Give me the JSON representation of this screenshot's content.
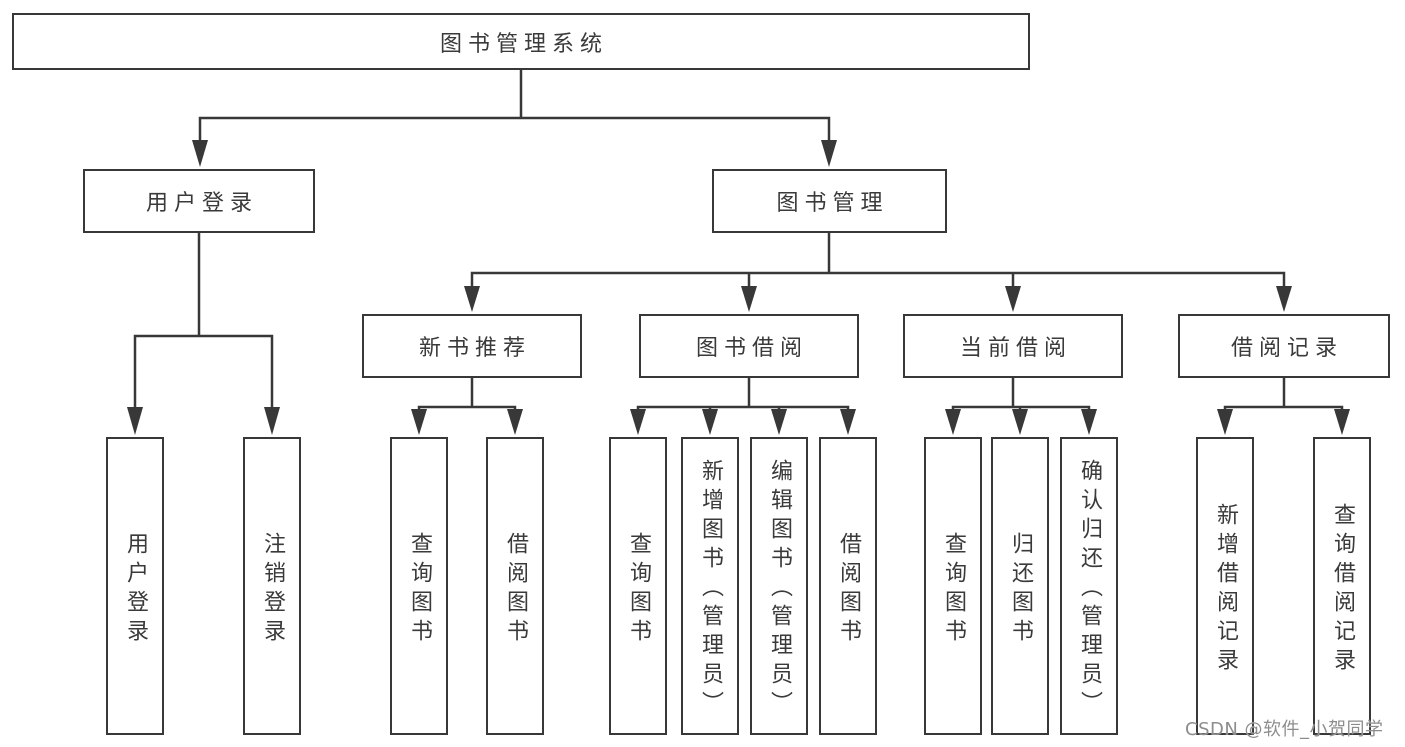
{
  "diagram_title": "图书管理系统",
  "tree": {
    "label": "图书管理系统",
    "children": [
      {
        "label": "用户登录",
        "children": [
          {
            "label": "用户登录"
          },
          {
            "label": "注销登录"
          }
        ]
      },
      {
        "label": "图书管理",
        "children": [
          {
            "label": "新书推荐",
            "children": [
              {
                "label": "查询图书"
              },
              {
                "label": "借阅图书"
              }
            ]
          },
          {
            "label": "图书借阅",
            "children": [
              {
                "label": "查询图书"
              },
              {
                "label": "新增图书（管理员）"
              },
              {
                "label": "编辑图书（管理员）"
              },
              {
                "label": "借阅图书"
              }
            ]
          },
          {
            "label": "当前借阅",
            "children": [
              {
                "label": "查询图书"
              },
              {
                "label": "归还图书"
              },
              {
                "label": "确认归还（管理员）"
              }
            ]
          },
          {
            "label": "借阅记录",
            "children": [
              {
                "label": "新增借阅记录"
              },
              {
                "label": "查询借阅记录"
              }
            ]
          }
        ]
      }
    ]
  },
  "watermark": "CSDN @软件_小贺同学",
  "colors": {
    "line": "#383838",
    "text": "#3a3a3a",
    "watermark": "#8d8d8d",
    "background": "#ffffff"
  }
}
